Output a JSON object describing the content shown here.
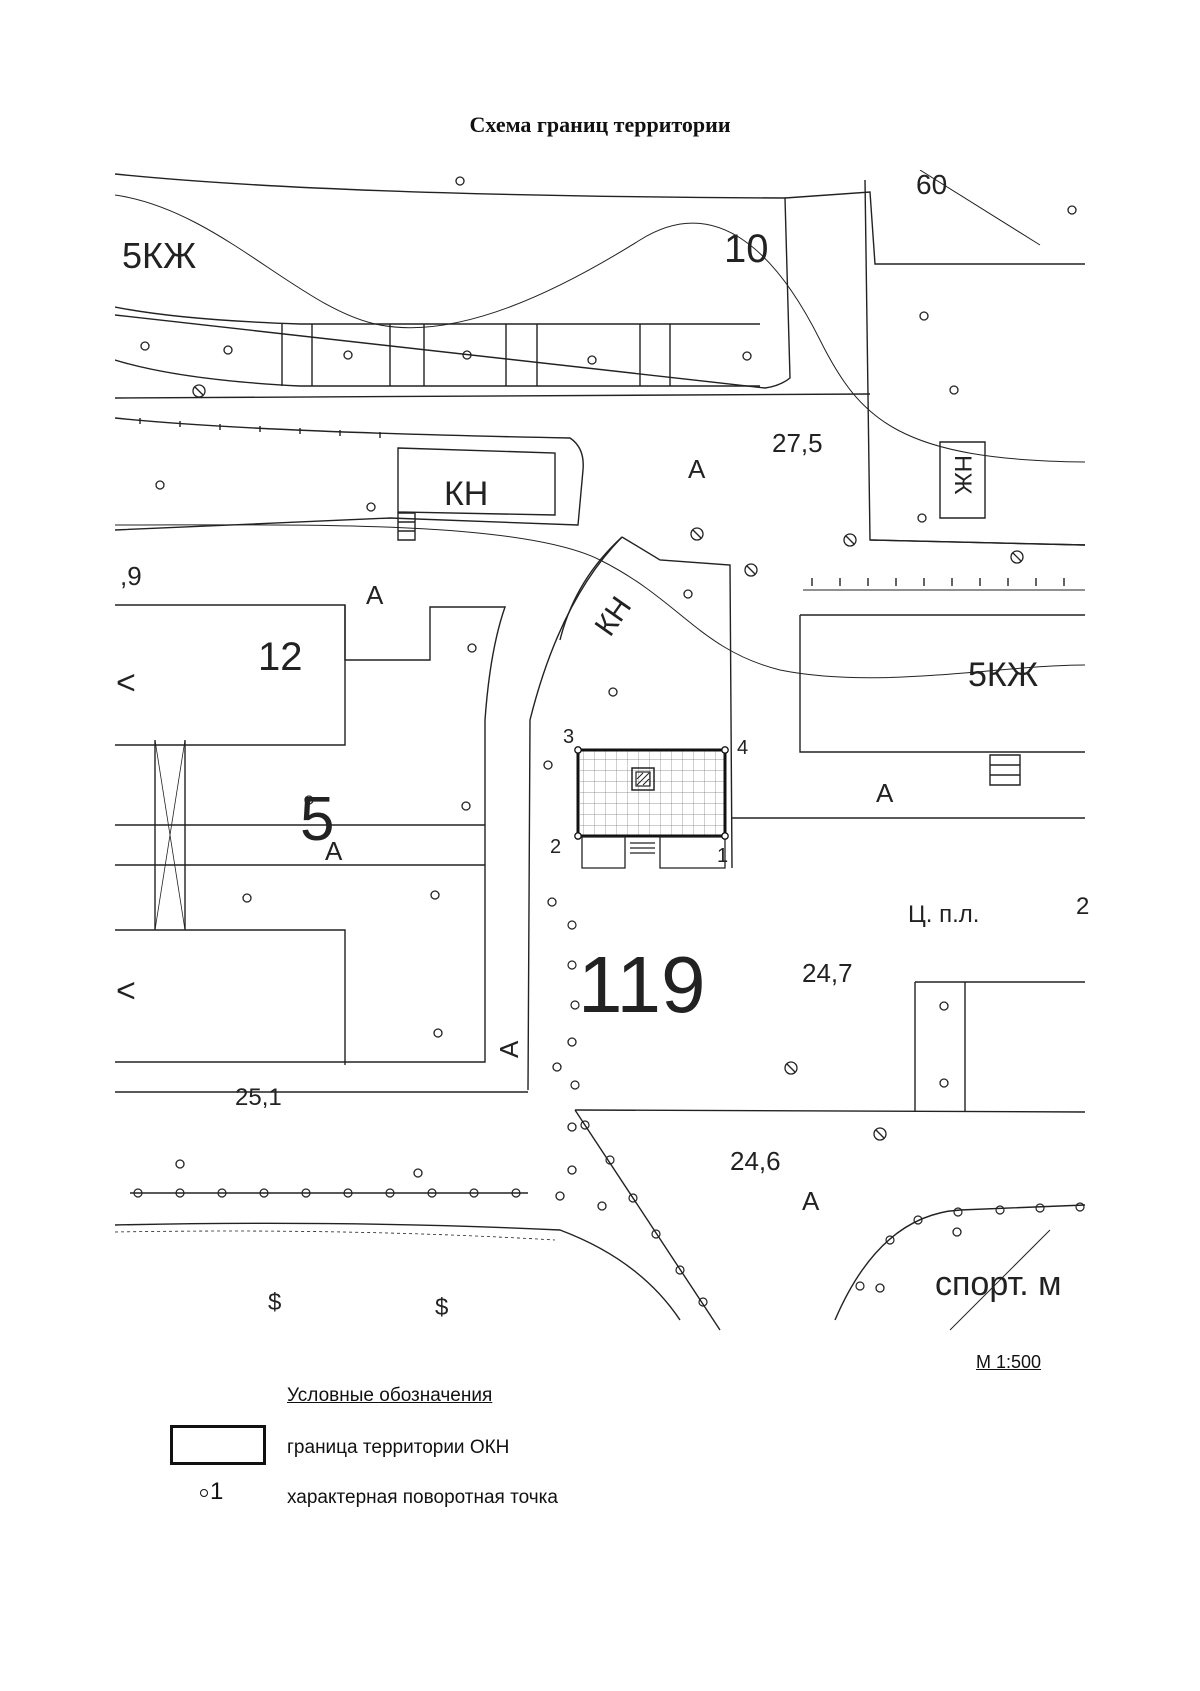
{
  "title": "Схема границ территории",
  "map_labels": {
    "zone_top_left": "5КЖ",
    "block_10": "10",
    "kn_building": "КН",
    "kn_rotated": "КН",
    "nzh_rotated": "НЖ",
    "elevation_275": "27,5",
    "a1": "А",
    "a2": "А",
    "a3": "А",
    "a4": "А",
    "a5": "А",
    "a6": "А",
    "a7": "А",
    "frag_9": ",9",
    "block_12": "12",
    "block_5": "5",
    "zone_right": "5КЖ",
    "c_pl": "Ц. п.л.",
    "block_119": "119",
    "elevation_247": "24,7",
    "elevation_251": "25,1",
    "elevation_246": "24,6",
    "sport": "спорт. м",
    "dollar1": "$",
    "dollar2": "$",
    "k1": "<",
    "k2": "<",
    "frag_2": "2",
    "frag_60": "60"
  },
  "boundary_points": [
    {
      "id": "1",
      "label": "1"
    },
    {
      "id": "2",
      "label": "2"
    },
    {
      "id": "3",
      "label": "3"
    },
    {
      "id": "4",
      "label": "4"
    }
  ],
  "scale": "М 1:500",
  "legend": {
    "heading": "Условные обозначения",
    "boundary_label": "граница территории ОКН",
    "point_symbol": "1",
    "point_label": "характерная поворотная точка"
  }
}
